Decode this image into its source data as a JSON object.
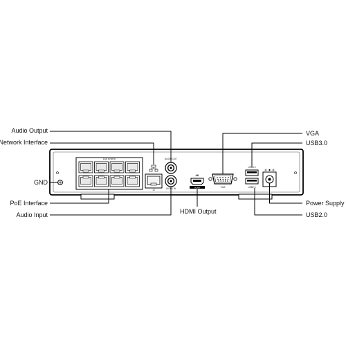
{
  "callouts": {
    "audio_output": "Audio Output",
    "network_interface": "Network Interface",
    "gnd": "GND",
    "poe_interface": "PoE Interface",
    "audio_input": "Audio Input",
    "hdmi_output": "HDMI Output",
    "vga": "VGA",
    "usb30": "USB3.0",
    "power_supply": "Power Supply",
    "usb20": "USB2.0"
  },
  "panel_text": {
    "poe_ports": "PoE PORTS",
    "audio_out": "AUDIO OUT",
    "audio_in": "AUDIO IN",
    "four_k": "4K",
    "hdmi": "HDMI",
    "vga": "VGA",
    "usb30": "USB3.0",
    "usb20": "USB2.0",
    "lan": "10"
  }
}
